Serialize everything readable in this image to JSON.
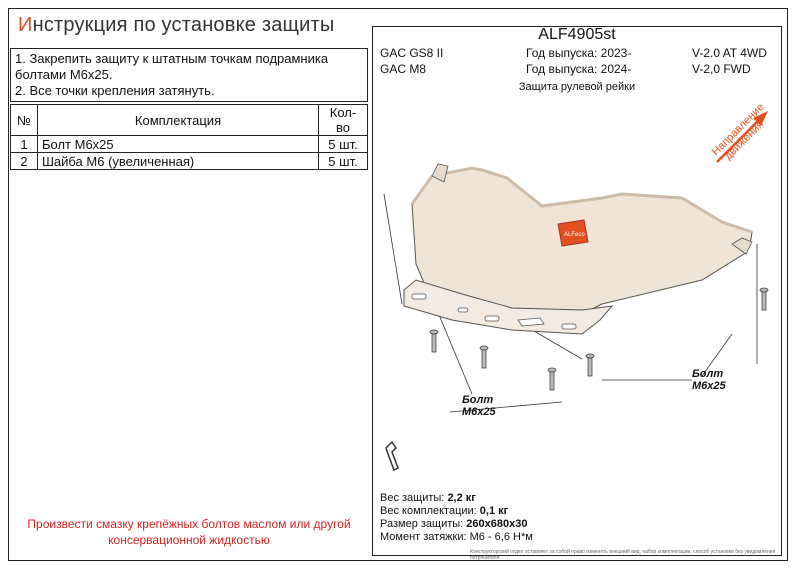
{
  "header": {
    "title_first": "И",
    "title_rest": "нструкция по установке защиты"
  },
  "instructions": {
    "line1": "1. Закрепить защиту к штатным точкам подрамника",
    "line2": "болтами М6х25.",
    "line3": "2. Все точки крепления затянуть."
  },
  "kit_table": {
    "col_num": "№",
    "col_name": "Комплектация",
    "col_qty": "Кол-во",
    "rows": [
      {
        "num": "1",
        "name": "Болт М6х25",
        "qty": "5 шт."
      },
      {
        "num": "2",
        "name": "Шайба М6 (увеличенная)",
        "qty": "5 шт."
      }
    ]
  },
  "notice": {
    "line1": "Произвести смазку крепёжных болтов маслом или другой",
    "line2": "консервационной жидкостью"
  },
  "product": {
    "part_number": "ALF4905st",
    "rows": [
      {
        "model": "GAC GS8 II",
        "year": "Год выпуска: 2023-",
        "engine": "V-2.0 AT 4WD"
      },
      {
        "model": "GAC M8",
        "year": "Год выпуска: 2024-",
        "engine": "V-2,0 FWD"
      }
    ],
    "subtitle": "Защита рулевой рейки"
  },
  "diagram": {
    "direction_line1": "Направление",
    "direction_line2": "движения",
    "bolt_label_word": "Болт",
    "bolt_label_size": "М6х25",
    "logo_text": "ALFeco",
    "accent_color": "#e2501d",
    "shield_color": "#efe4d6"
  },
  "specs": {
    "weight_label": "Вес защиты:",
    "weight_value": "2,2 кг",
    "kit_weight_label": "Вес комплектации:",
    "kit_weight_value": "0,1 кг",
    "size_label": "Размер защиты:",
    "size_value": "260х680х30",
    "torque_label": "Момент затяжки:",
    "torque_value": "М6 - 6,6 Н*м"
  },
  "footer_note": "Конструкторский отдел оставляет за собой право изменять внешний вид, набор комплектации, способ установки без уведомления потребителя"
}
